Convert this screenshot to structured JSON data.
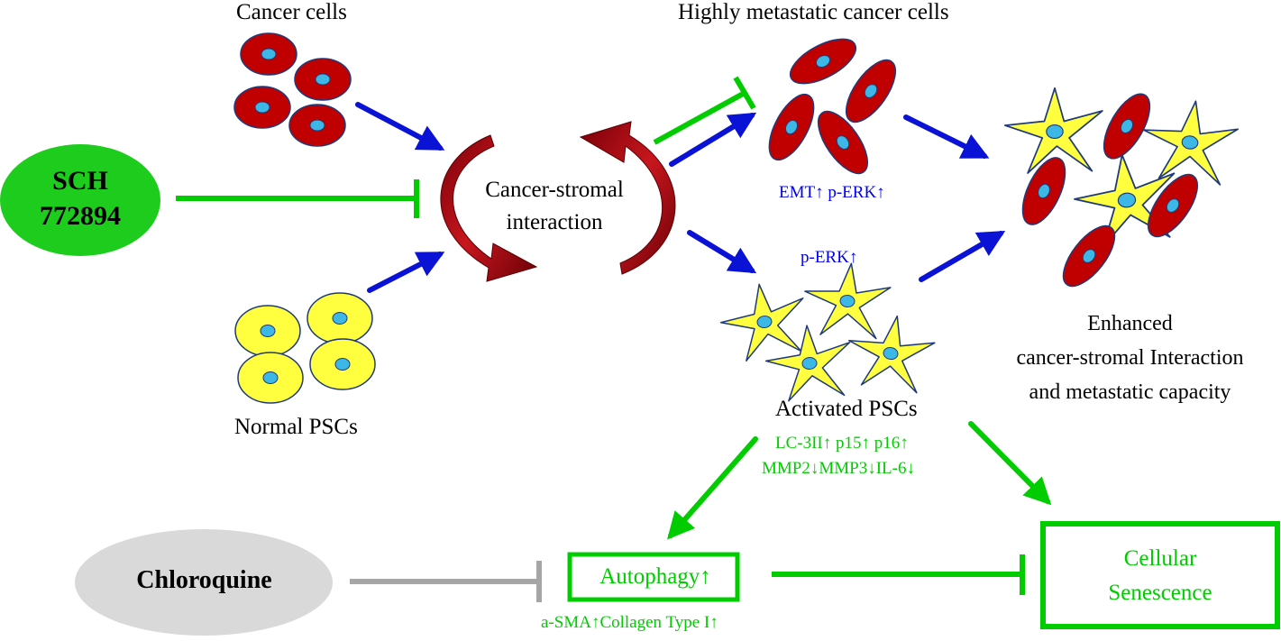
{
  "labels": {
    "cancer_cells": "Cancer cells",
    "highly_metastatic": "Highly metastatic cancer cells",
    "sch_line1": "SCH",
    "sch_line2": "772894",
    "interaction_line1": "Cancer-stromal",
    "interaction_line2": "interaction",
    "emt": "EMT↑ p-ERK↑",
    "perk": "p-ERK↑",
    "normal_pscs": "Normal PSCs",
    "activated_pscs": "Activated PSCs",
    "enhanced_line1": "Enhanced",
    "enhanced_line2": "cancer-stromal Interaction",
    "enhanced_line3": "and metastatic capacity",
    "markers_line1": "LC-3II↑ p15↑ p16↑",
    "markers_line2": "MMP2↓MMP3↓IL-6↓",
    "chloroquine": "Chloroquine",
    "autophagy": "Autophagy↑",
    "asma": "a-SMA↑Collagen Type I↑",
    "senescence_line1": "Cellular",
    "senescence_line2": "Senescence"
  },
  "colors": {
    "activation_arrow": "#0a12d6",
    "inhibition": "#00cc00",
    "chloroquine_inhibition": "#a6a6a6",
    "cancer_cell": "#c00000",
    "psc_cell": "#ffff3f",
    "nucleus": "#3db7e6",
    "cycle_arrow": "#b31217"
  }
}
